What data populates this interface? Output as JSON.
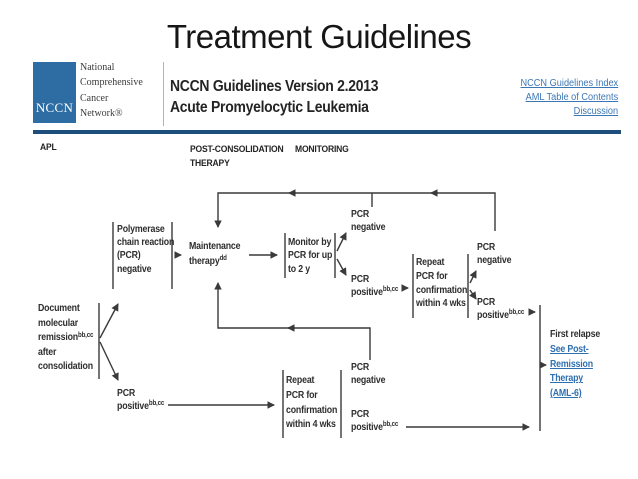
{
  "slide_title": "Treatment Guidelines",
  "header": {
    "logo_abbr": "NCCN",
    "org": [
      "National",
      "Comprehensive",
      "Cancer",
      "Network®"
    ],
    "title_line1": "NCCN Guidelines Version 2.2013",
    "title_line2": "Acute Promyelocytic Leukemia",
    "links": [
      "NCCN Guidelines Index",
      "AML Table of Contents",
      "Discussion"
    ]
  },
  "columns": {
    "left": "APL",
    "mid_line1": "POST-CONSOLIDATION",
    "mid_line2": "THERAPY",
    "right": "MONITORING"
  },
  "flow": {
    "document": [
      "Document",
      "molecular",
      "remission",
      "after",
      "consolidation"
    ],
    "polymerase": [
      "Polymerase",
      "chain reaction",
      "(PCR)",
      "negative"
    ],
    "maintenance": [
      "Maintenance",
      "therapy"
    ],
    "monitor": [
      "Monitor by",
      "PCR for up",
      "to 2 y"
    ],
    "repeat": [
      "Repeat",
      "PCR for",
      "confirmation",
      "within 4 wks"
    ],
    "pcr": "PCR",
    "negative": "negative",
    "positive": "positive",
    "sup_bbcc": "bb,cc",
    "sup_dd": "dd",
    "relapse_title": "First relapse",
    "relapse_links": [
      "See Post-",
      "Remission",
      "Therapy",
      "(AML-6)"
    ]
  },
  "colors": {
    "logo_blue": "#2e6da4",
    "rule_blue": "#1d4e7c",
    "header_link_blue": "#3a77b5",
    "flow_link_blue": "#2e6fb0",
    "line_color": "#3a3a3a"
  }
}
